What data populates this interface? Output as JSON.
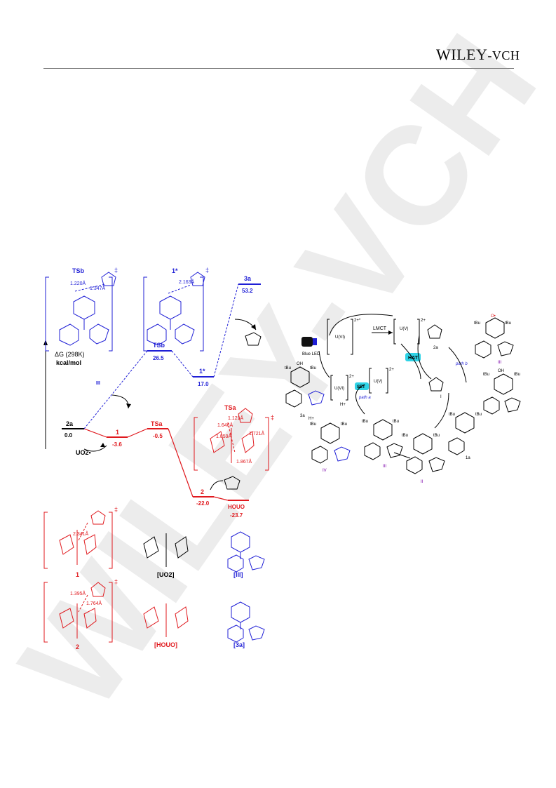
{
  "header": {
    "brand_main": "WILEY",
    "brand_sub": "-VCH"
  },
  "watermark": {
    "text": "WILEY-VCH"
  },
  "energy_diagram": {
    "axis_label_1": "ΔG (298K)",
    "axis_label_2": "kcal/mol",
    "levels": [
      {
        "label": "2a",
        "value": "0.0"
      },
      {
        "label": "1",
        "value": "-3.6"
      },
      {
        "label": "TSa",
        "value": "-0.5"
      },
      {
        "label": "2",
        "value": "-22.0"
      },
      {
        "label": "HOUO",
        "value": "-23.7"
      },
      {
        "label": "TSb",
        "value": "26.5"
      },
      {
        "label": "1*",
        "value": "17.0"
      },
      {
        "label": "3a",
        "value": "53.2"
      }
    ],
    "uo2_label": "UO2•",
    "roman_III": "III"
  },
  "structures": {
    "ts_b_title": "TSb",
    "ts_b_bond1": "1.220Å",
    "ts_b_bond2": "1.347Å",
    "one_star_title": "1*",
    "one_star_bond": "2.163Å",
    "ts_a_title": "TSa",
    "ts_a_bonds": [
      "1.121Å",
      "1.646Å",
      "1.859Å",
      "1.721Å",
      "1.867Å"
    ],
    "s1_bond": "2.341Å",
    "s1_label": "1",
    "uo2_label": "[UO2]",
    "iii_label": "[III]",
    "s2_bonds": [
      "1.395Å",
      "1.764Å"
    ],
    "s2_label": "2",
    "houo_label": "[HOUO]",
    "three_a_label": "[3a]",
    "dagger": "‡"
  },
  "mechanism": {
    "blue_led": "Blue LED",
    "lmct": "LMCT",
    "hat": "HAT",
    "set": "SET",
    "path_a": "path a",
    "path_b": "path b",
    "u6": "U(VI)",
    "u5": "U(V)",
    "charge_star": "2+*",
    "charge": "2+",
    "h_plus": "H+",
    "label_2a": "2a",
    "label_I": "I",
    "label_II": "II",
    "label_III": "III",
    "label_IV": "IV",
    "label_3a": "3a",
    "label_1a": "1a",
    "tbu": "tBu",
    "oh": "OH"
  },
  "colors": {
    "red": "#e0191e",
    "blue": "#1f1fd6",
    "cyan": "#2fd3e6"
  }
}
